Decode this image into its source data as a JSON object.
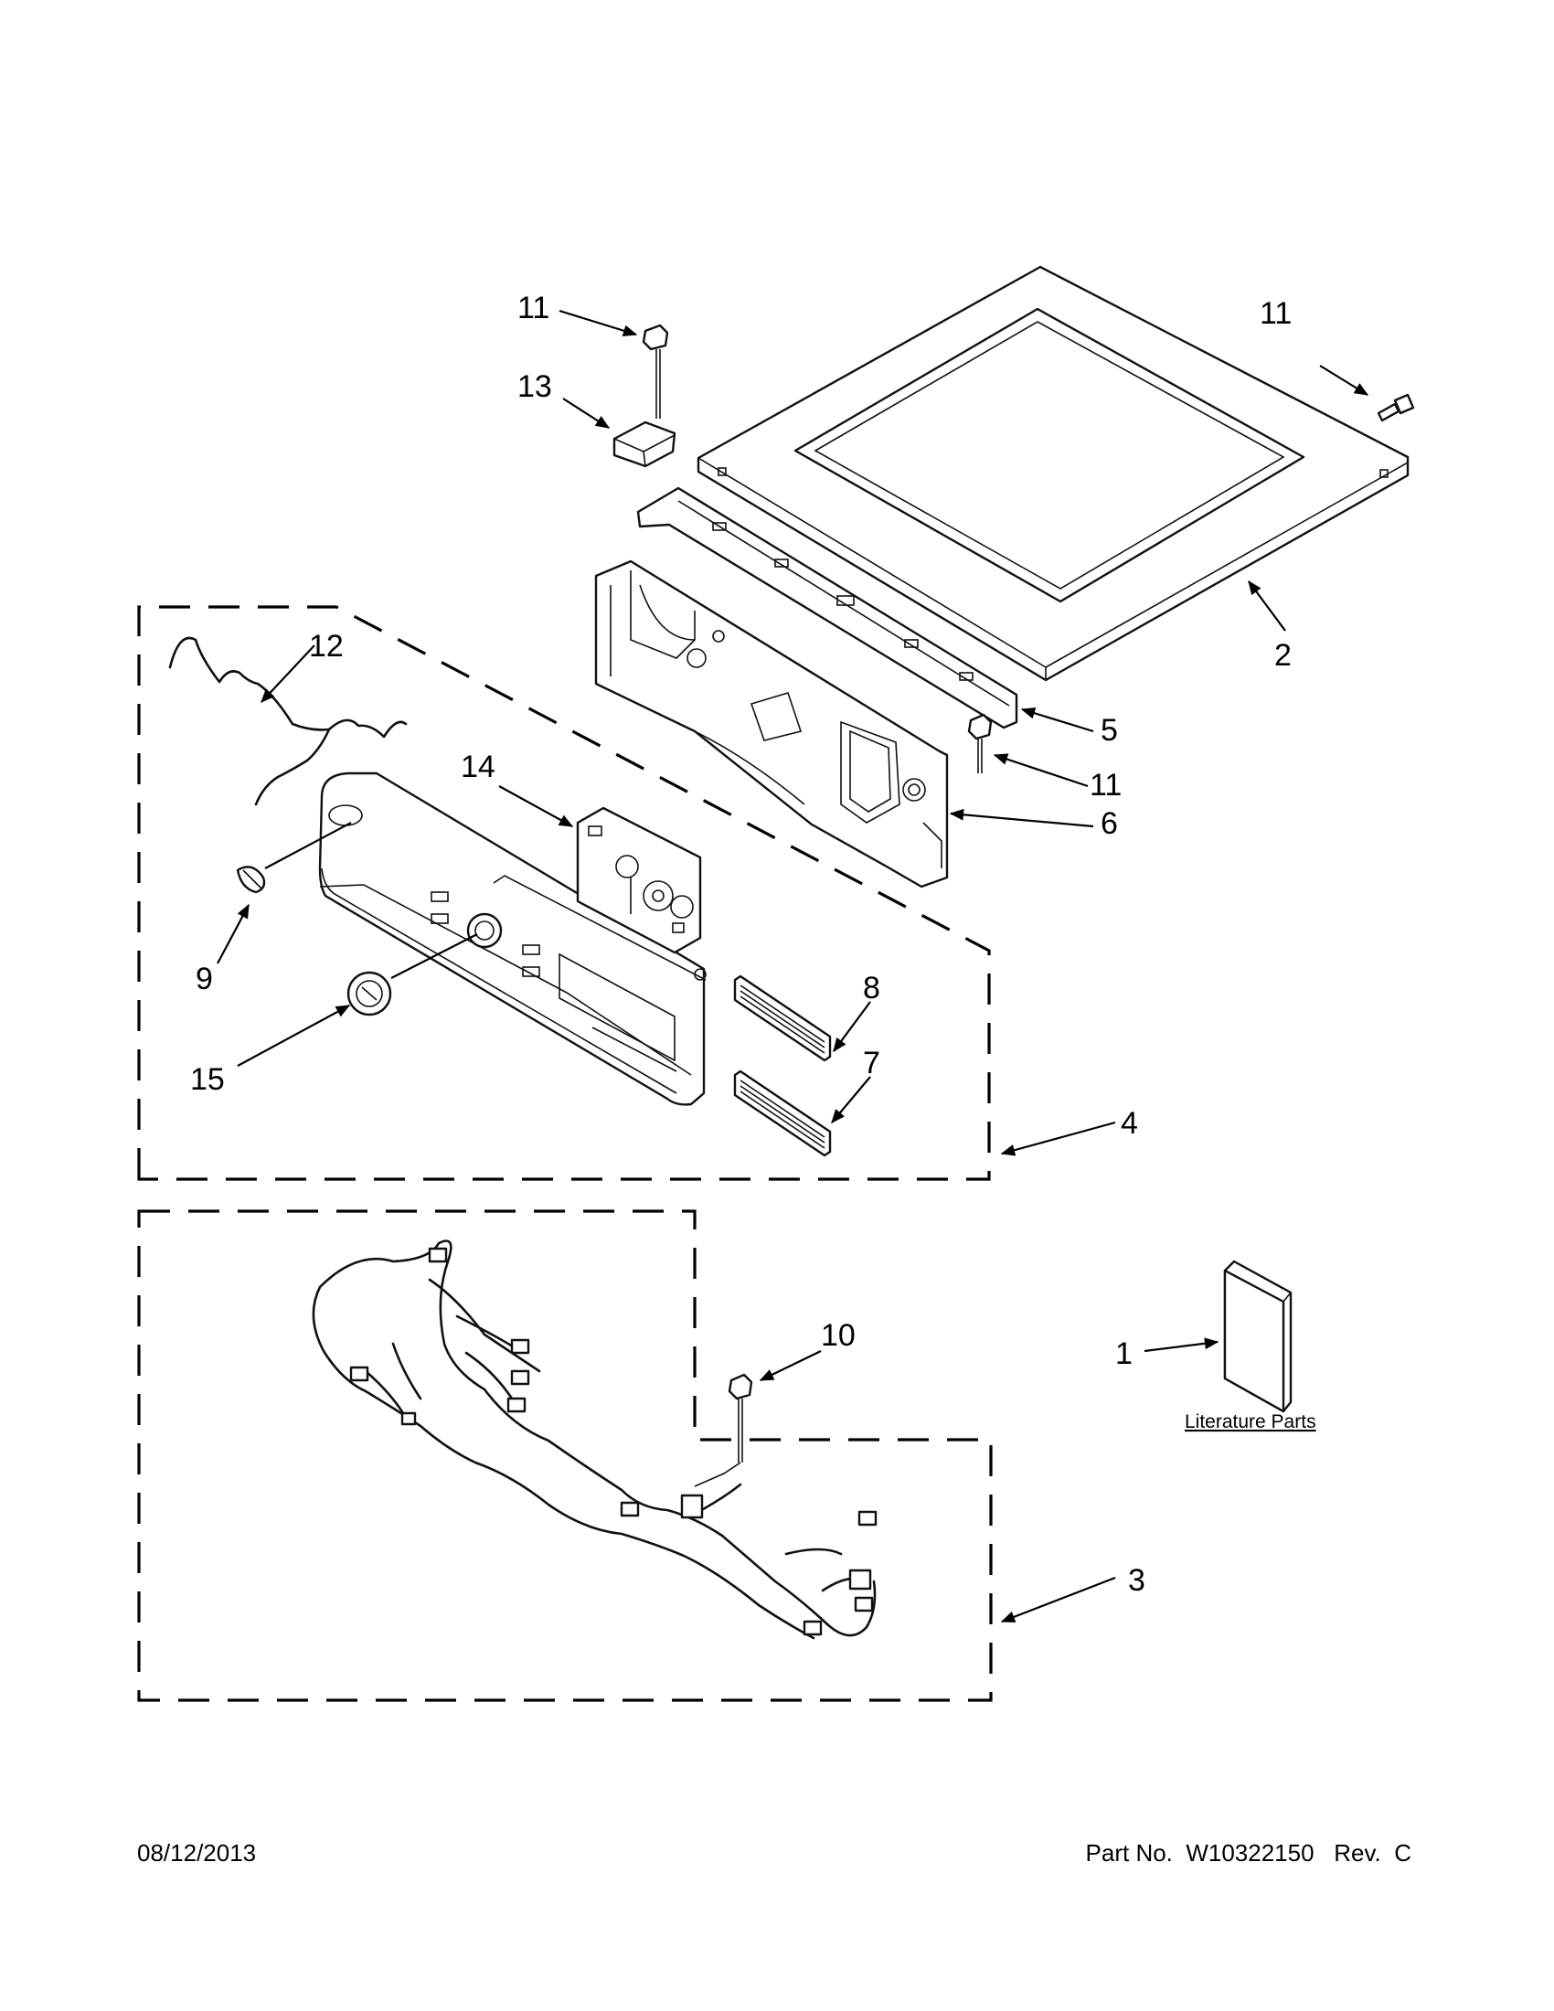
{
  "callouts": [
    {
      "id": "c1",
      "label": "1"
    },
    {
      "id": "c2",
      "label": "2"
    },
    {
      "id": "c3",
      "label": "3"
    },
    {
      "id": "c4",
      "label": "4"
    },
    {
      "id": "c5",
      "label": "5"
    },
    {
      "id": "c6",
      "label": "6"
    },
    {
      "id": "c7",
      "label": "7"
    },
    {
      "id": "c8",
      "label": "8"
    },
    {
      "id": "c9",
      "label": "9"
    },
    {
      "id": "c10",
      "label": "10"
    },
    {
      "id": "c11a",
      "label": "11"
    },
    {
      "id": "c11b",
      "label": "11"
    },
    {
      "id": "c11c",
      "label": "11"
    },
    {
      "id": "c12",
      "label": "12"
    },
    {
      "id": "c13",
      "label": "13"
    },
    {
      "id": "c14",
      "label": "14"
    },
    {
      "id": "c15",
      "label": "15"
    }
  ],
  "literature_label": "Literature Parts",
  "footer": {
    "date": "08/12/2013",
    "part_number": "Part No.  W10322150   Rev.  C"
  }
}
